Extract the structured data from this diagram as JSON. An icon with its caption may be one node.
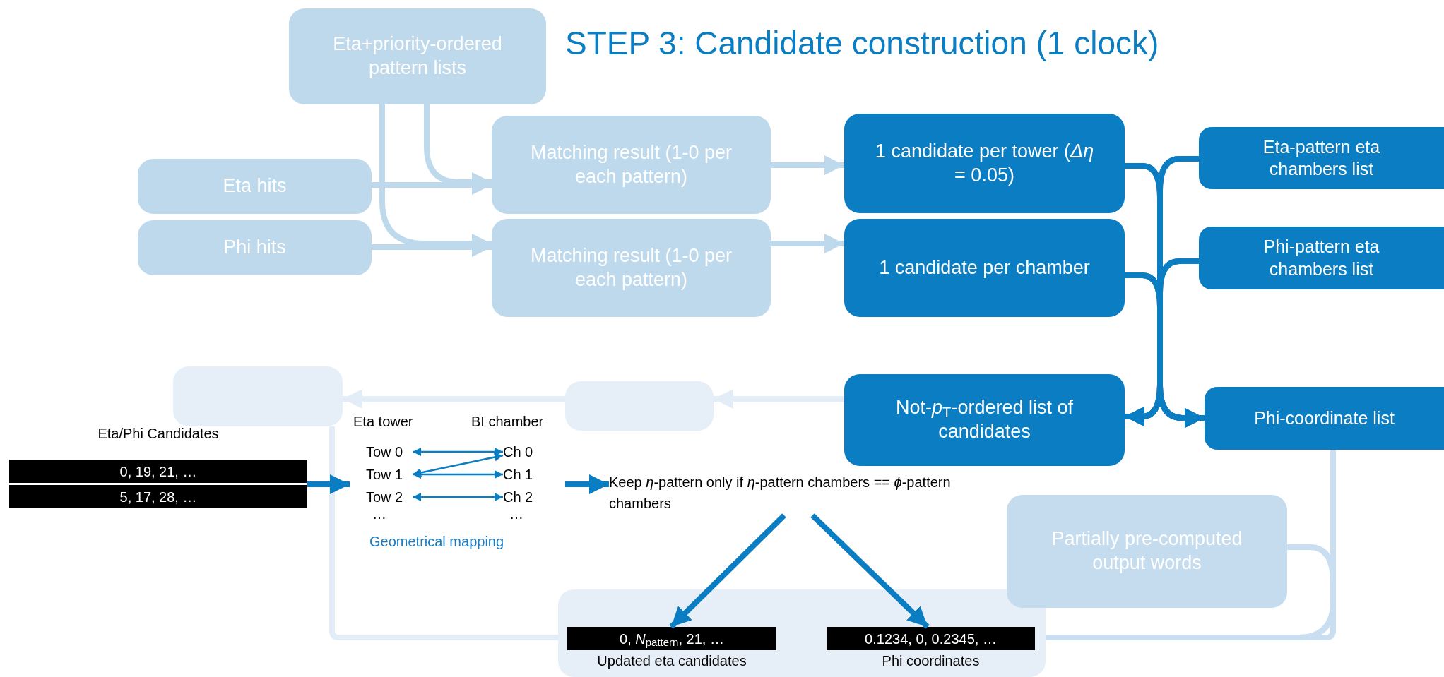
{
  "diagram": {
    "title": "STEP 3: Candidate construction (1 clock)",
    "nodes": [
      {
        "text": [
          "Eta+priority-ordered pattern lists"
        ]
      },
      {
        "text": [
          "Eta hits"
        ]
      },
      {
        "text": [
          "Phi hits"
        ]
      },
      {
        "text": [
          "Matching result (1-0 per each pattern)"
        ]
      },
      {
        "text": [
          "Matching result (1-0 per each pattern)"
        ]
      },
      {
        "text": [
          "1 candidate per tower (*Δη* = 0.05)"
        ]
      },
      {
        "text": [
          "1 candidate per chamber"
        ]
      },
      {
        "text": [
          "Eta-pattern eta chambers list"
        ]
      },
      {
        "text": [
          "Phi-pattern eta chambers list"
        ]
      },
      {
        "text": [
          "Not-*p*$_{T}$-ordered list of candidates"
        ]
      },
      {
        "text": [
          "Phi-coordinate list"
        ]
      },
      {
        "text": [],
        "shape": "box"
      },
      {
        "text": [],
        "shape": "box"
      },
      {
        "text": [
          "Partially pre-computed output words"
        ]
      },
      {
        "text": [],
        "shape": "box"
      },
      {
        "text": [
          "0, 19, 21, …",
          "5, 17, 28, …"
        ]
      },
      {
        "text": [
          "Eta tower",
          "BI chamber",
          "Geometrical mapping"
        ]
      },
      {
        "text": [
          "Tow 0"
        ],
        "in": 16
      },
      {
        "text": [
          "Tow 1"
        ],
        "in": 16
      },
      {
        "text": [
          "Tow 2"
        ],
        "in": 16
      },
      {
        "text": [
          "Ch 0"
        ],
        "in": 16
      },
      {
        "text": [
          "Ch 1"
        ],
        "in": 16
      },
      {
        "text": [
          "Ch 2"
        ],
        "in": 16
      },
      {
        "text": [
          "Keep *η*-pattern only if *η*-pattern chambers == *ϕ*-pattern chambers"
        ]
      },
      {
        "text": [
          "0, *N*$_{pattern}$, 21, …"
        ],
        "in": 14
      },
      {
        "text": [
          "0.1234, 0, 0.2345, …"
        ],
        "in": 14
      }
    ],
    "edges": [
      {
        "from": 0,
        "to": 3,
        "arrow": "to",
        "color": "#bfd9ec"
      },
      {
        "from": 0,
        "to": 4,
        "arrow": "to",
        "color": "#bfd9ec"
      },
      {
        "from": 1,
        "to": 3,
        "arrow": "to",
        "color": "#bfd9ec"
      },
      {
        "from": 2,
        "to": 4,
        "arrow": "to",
        "color": "#bfd9ec"
      },
      {
        "from": 3,
        "to": 5,
        "arrow": "to",
        "color": "#bfd9ec"
      },
      {
        "from": 4,
        "to": 6,
        "arrow": "to",
        "color": "#bfd9ec"
      },
      {
        "from": 5,
        "to": 9,
        "arrow": "to"
      },
      {
        "from": 5,
        "to": 10,
        "arrow": "to"
      },
      {
        "from": 6,
        "to": 9,
        "arrow": "to"
      },
      {
        "from": 6,
        "to": 10,
        "arrow": "to"
      },
      {
        "from": 7,
        "to": 9,
        "arrow": "to"
      },
      {
        "from": 7,
        "to": 10,
        "arrow": "to"
      },
      {
        "from": 8,
        "to": 9,
        "arrow": "to"
      },
      {
        "from": 8,
        "to": 10,
        "arrow": "to"
      },
      {
        "from": 9,
        "to": 12,
        "arrow": "to",
        "color": "#e3edf7"
      },
      {
        "from": 12,
        "to": 11,
        "arrow": "to",
        "color": "#e3edf7"
      },
      {
        "from": 11,
        "to": 14,
        "arrow": "none",
        "color": "#e3edf7"
      },
      {
        "from": 10,
        "to": 14,
        "arrow": "none",
        "color": "#c9def0"
      },
      {
        "from": 13,
        "to": 14,
        "arrow": "none",
        "color": "#c9def0"
      },
      {
        "from": 15,
        "to": 16,
        "arrow": "to"
      },
      {
        "from": 16,
        "to": 23,
        "arrow": "to"
      },
      {
        "from": 17,
        "to": 20,
        "arrow": "both"
      },
      {
        "from": 18,
        "to": 20,
        "arrow": "both"
      },
      {
        "from": 18,
        "to": 21,
        "arrow": "both"
      },
      {
        "from": 19,
        "to": 22,
        "arrow": "both"
      },
      {
        "from": 23,
        "to": 24,
        "arrow": "to"
      },
      {
        "from": 23,
        "to": 25,
        "arrow": "to"
      }
    ],
    "labels": [
      "Eta/Phi Candidates",
      "…",
      "…",
      "Updated eta candidates",
      "Phi coordinates"
    ]
  }
}
